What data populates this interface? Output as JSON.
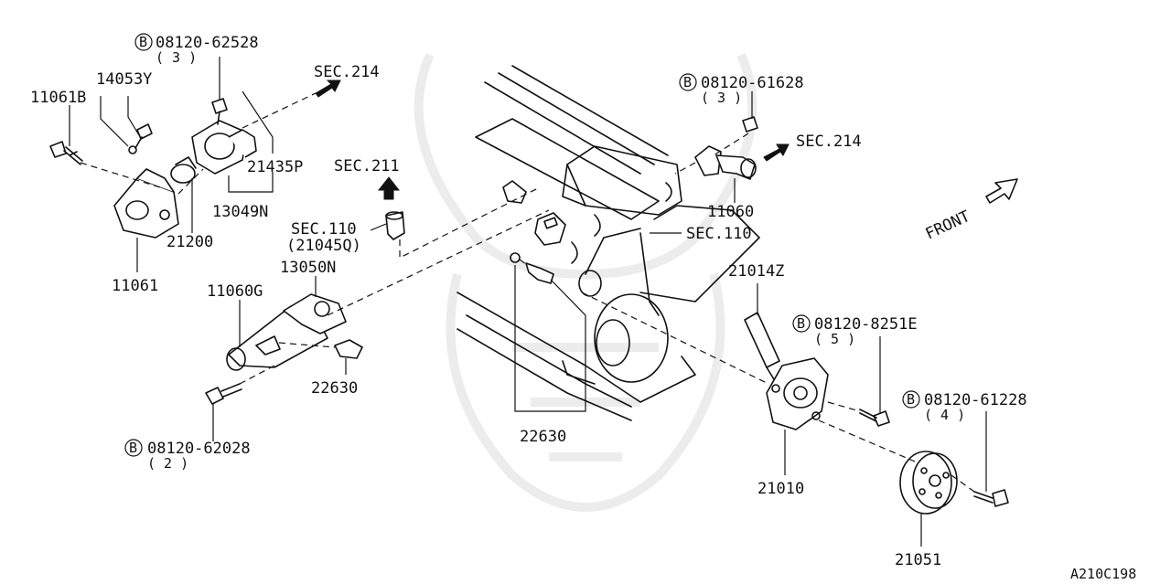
{
  "diagram": {
    "code": "A210C198",
    "bolt_prefix": "B",
    "labels": {
      "p08120_62528": "08120-62528",
      "q3_a": "( 3 )",
      "p14053Y": "14053Y",
      "p11061B": "11061B",
      "sec214_a": "SEC.214",
      "p21435P": "21435P",
      "p13049N": "13049N",
      "p21200": "21200",
      "p11061": "11061",
      "sec211": "SEC.211",
      "sec110_a": "SEC.110",
      "p21045Q": "(21045Q)",
      "p13050N": "13050N",
      "p11060G": "11060G",
      "p22630_a": "22630",
      "p08120_62028": "08120-62028",
      "q2": "( 2 )",
      "p22630_b": "22630",
      "p08120_61628": "08120-61628",
      "q3_b": "( 3 )",
      "sec214_b": "SEC.214",
      "p11060": "11060",
      "sec110_b": "SEC.110",
      "front": "FRONT",
      "p21014Z": "21014Z",
      "p08120_8251E": "08120-8251E",
      "q5": "( 5 )",
      "p08120_61228": "08120-61228",
      "q4": "( 4 )",
      "p21010": "21010",
      "p21051": "21051"
    }
  }
}
